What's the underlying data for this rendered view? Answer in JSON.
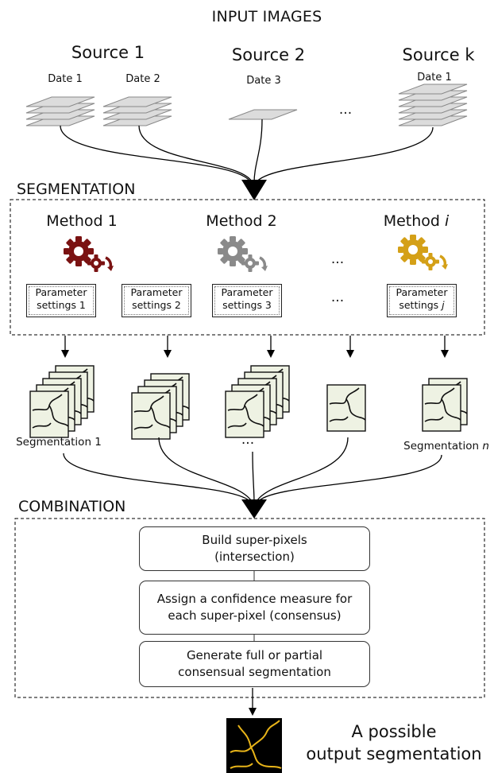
{
  "header": {
    "title": "INPUT IMAGES"
  },
  "sources": [
    {
      "label": "Source 1",
      "dates": [
        "Date 1",
        "Date 2"
      ]
    },
    {
      "label": "Source 2",
      "dates": [
        "Date 3"
      ]
    },
    {
      "label": "Source k",
      "dates": [
        "Date 1"
      ]
    }
  ],
  "sources_ellipsis": "...",
  "segmentation": {
    "section_label": "SEGMENTATION",
    "methods": [
      {
        "name": "Method 1",
        "gear_color": "#7a1212"
      },
      {
        "name": "Method 2",
        "gear_color": "#8a8a8a"
      },
      {
        "name_prefix": "Method ",
        "name_italic": "i",
        "gear_color": "#d4a017"
      }
    ],
    "methods_ellipsis": "...",
    "params": [
      {
        "line1": "Parameter",
        "line2": "settings 1"
      },
      {
        "line1": "Parameter",
        "line2": "settings 2"
      },
      {
        "line1": "Parameter",
        "line2": "settings 3"
      },
      {
        "line1": "Parameter",
        "line2_prefix": "settings ",
        "line2_italic": "j"
      }
    ],
    "params_ellipsis": "..."
  },
  "results": {
    "first_label": "Segmentation 1",
    "middle_ellipsis": "...",
    "last_label_prefix": "Segmentation ",
    "last_label_italic": "n"
  },
  "combination": {
    "section_label": "COMBINATION",
    "steps": [
      {
        "line1": "Build super-pixels",
        "line2": "(intersection)"
      },
      {
        "line1": "Assign a confidence measure for",
        "line2": "each super-pixel (consensus)"
      },
      {
        "line1": "Generate full or partial",
        "line2": "consensual segmentation"
      }
    ]
  },
  "output": {
    "line1": "A possible",
    "line2": "output segmentation"
  },
  "colors": {
    "map_fill": "#eef2e3",
    "output_bg": "#000000",
    "output_line": "#e8b419"
  }
}
